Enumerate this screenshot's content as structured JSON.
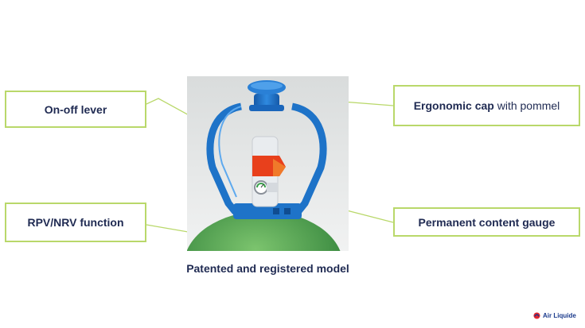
{
  "callouts": {
    "lever": {
      "bold": "On-off lever",
      "rest": ""
    },
    "rpv": {
      "bold": "RPV/NRV function",
      "rest": ""
    },
    "cap": {
      "bold": "Ergonomic cap",
      "rest": " with pommel"
    },
    "gauge": {
      "bold": "Permanent content gauge",
      "rest": ""
    }
  },
  "caption": "Patented and registered model",
  "logo": {
    "text": "Air Liquide"
  },
  "colors": {
    "callout_border": "#b9d86a",
    "text": "#1f2a52",
    "guard_blue": "#1e73c8",
    "lever_red": "#e8401c",
    "cylinder_green": "#3f9a45",
    "logo_blue": "#1a3a8c",
    "logo_red": "#e3262f"
  }
}
